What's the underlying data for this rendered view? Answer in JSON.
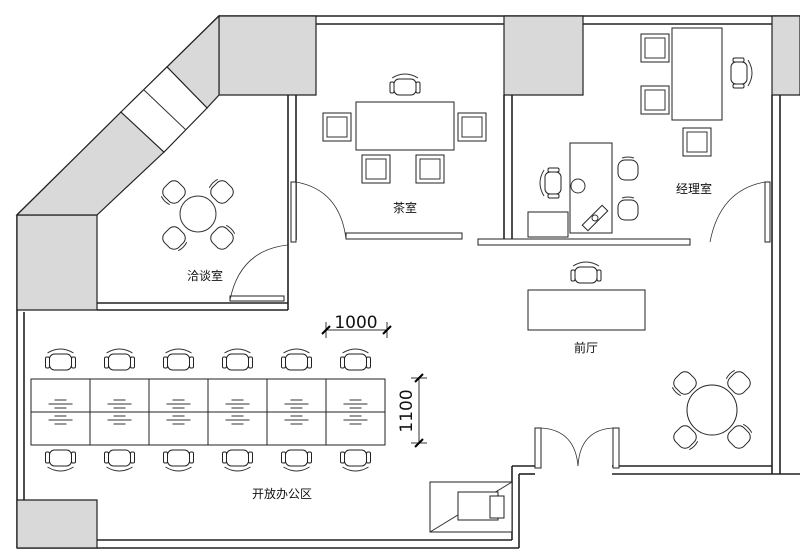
{
  "rooms": {
    "negotiation": "洽谈室",
    "tea": "茶室",
    "manager": "经理室",
    "lobby": "前厅",
    "open_office": "开放办公区"
  },
  "dimensions": {
    "width_mm": "1000",
    "depth_mm": "1100"
  },
  "colors": {
    "column_fill": "#d9d9d9",
    "line": "#222222"
  }
}
